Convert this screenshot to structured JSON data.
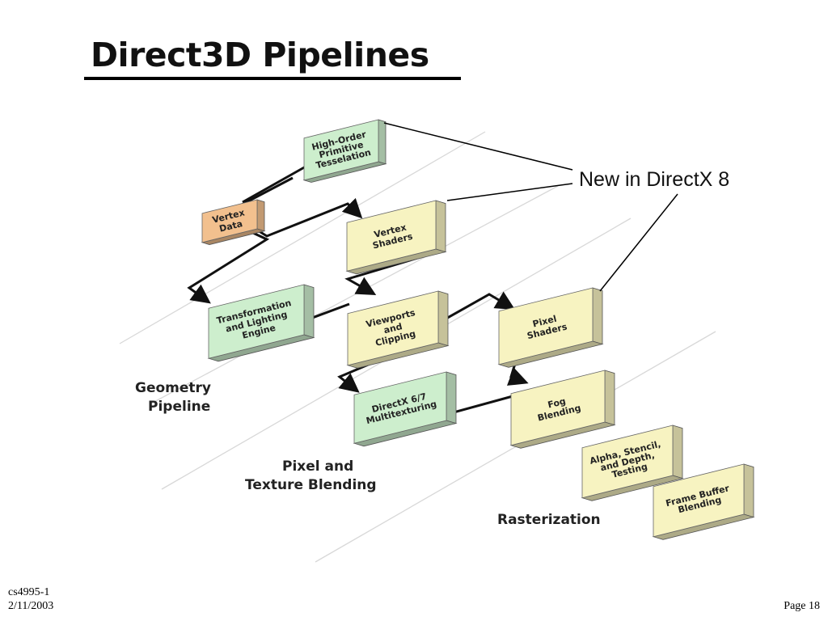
{
  "title": "Direct3D Pipelines",
  "callout": "New in DirectX 8",
  "boxes": {
    "vertex_data": [
      "Vertex",
      "Data"
    ],
    "hop_tesselation": [
      "High-Order",
      "Primitive",
      "Tesselation"
    ],
    "vertex_shaders": [
      "Vertex",
      "Shaders"
    ],
    "transform_lighting": [
      "Transformation",
      "and Lighting",
      "Engine"
    ],
    "viewports_clipping": [
      "Viewports",
      "and",
      "Clipping"
    ],
    "multitexturing": [
      "DirectX 6/7",
      "Multitexturing"
    ],
    "pixel_shaders": [
      "Pixel",
      "Shaders"
    ],
    "fog_blending": [
      "Fog",
      "Blending"
    ],
    "alpha_stencil_depth": [
      "Alpha, Stencil,",
      "and Depth,",
      "Testing"
    ],
    "frame_buffer": [
      "Frame Buffer",
      "Blending"
    ]
  },
  "sections": {
    "geometry": [
      "Geometry",
      "Pipeline"
    ],
    "pixel_texture": [
      "Pixel and",
      "Texture Blending"
    ],
    "rasterization": [
      "Rasterization"
    ]
  },
  "colors": {
    "vertex_data": "#f2c08e",
    "new_feature": "#f7f3c1",
    "existing": "#cdeecd"
  },
  "footer": {
    "course": "cs4995-1",
    "date": "2/11/2003",
    "page": "Page 18"
  }
}
